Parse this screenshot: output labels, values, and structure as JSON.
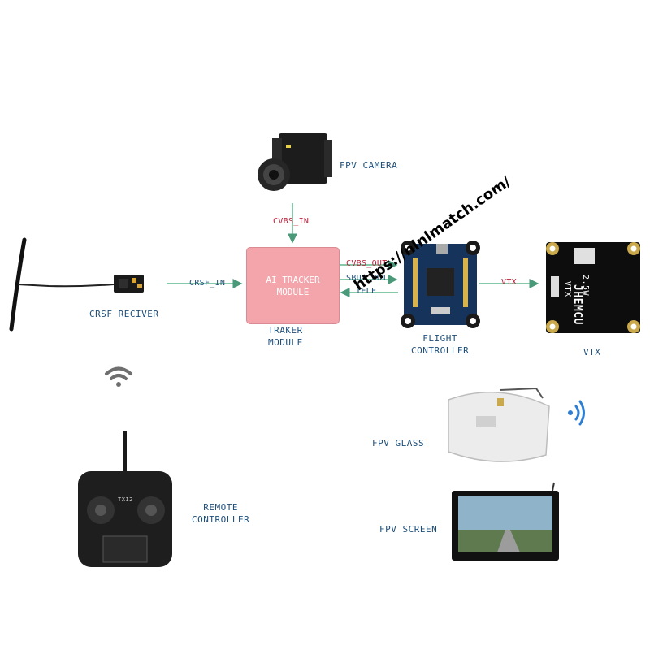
{
  "nodes": {
    "camera": "FPV CAMERA",
    "receiver": "CRSF RECIVER",
    "tracker_box": [
      "AI TRACKER",
      "MODULE"
    ],
    "tracker_caption": [
      "TRAKER",
      "MODULE"
    ],
    "flight_controller": [
      "FLIGHT",
      "CONTROLLER"
    ],
    "vtx": "VTX",
    "glass": "FPV GLASS",
    "remote": [
      "REMOTE",
      "CONTROLLER"
    ],
    "screen": "FPV SCREEN"
  },
  "signals": {
    "cvbs_in": "CVBS_IN",
    "crsf_in": "CRSF_IN",
    "cvbs_out": "CVBS_OUT",
    "sbus_out": "SBUS_OUT",
    "tele": "TELE",
    "vtx": "VTX"
  },
  "vtx_markings": {
    "brand": "JHEMCU",
    "power": "2.5W",
    "type": "VTX"
  },
  "remote_marking": "TX12",
  "watermark": "https://nlnlmatch.com/",
  "colors": {
    "tracker_fill": "#f4a5ab",
    "label": "#1e4f7a",
    "signal_red": "#b8233a",
    "arrow": "#5fb58e"
  }
}
